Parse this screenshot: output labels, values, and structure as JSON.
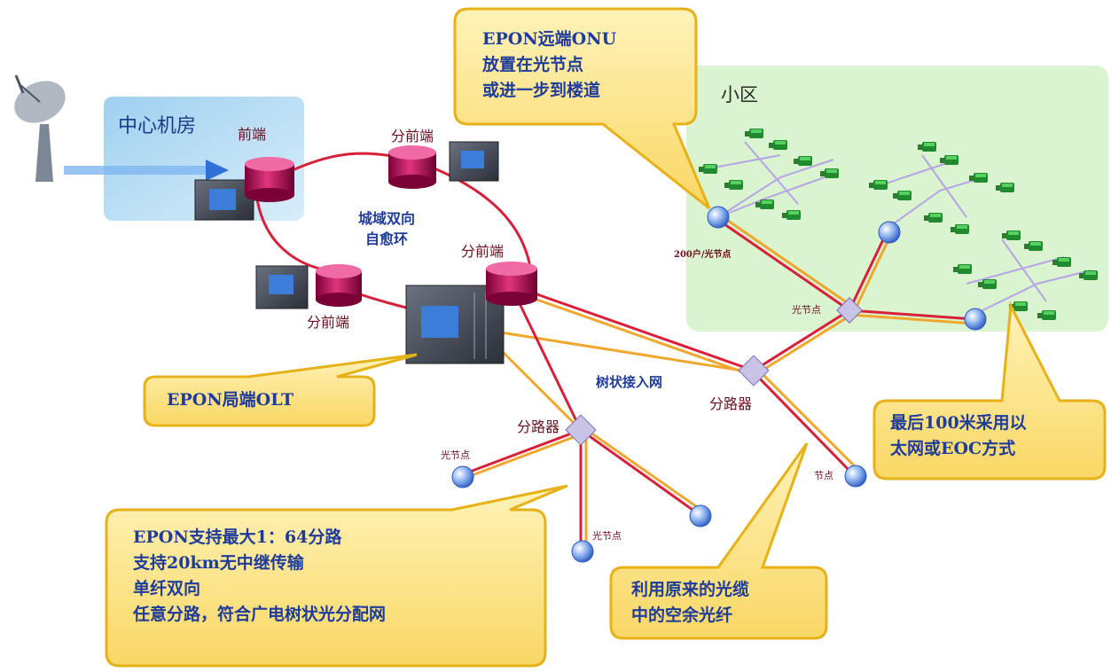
{
  "zones": {
    "central_room": "中心机房",
    "community": "小区"
  },
  "nodes": {
    "headend": "前端",
    "subheadend_top": "分前端",
    "subheadend_mid": "分前端",
    "subheadend_left": "分前端",
    "splitter_right": "分路器",
    "splitter_bottom": "分路器",
    "optical_node_200": "200户/光节点",
    "optical_node_center": "光节点",
    "optical_node_left": "光节点",
    "optical_node_bottom": "光节点",
    "optical_node_right": "节点"
  },
  "network_labels": {
    "ring_line1": "城域双向",
    "ring_line2": "自愈环",
    "tree_network": "树状接入网"
  },
  "callouts": {
    "onu": [
      "EPON远端ONU",
      "放置在光节点",
      "或进一步到楼道"
    ],
    "olt": [
      "EPON局端OLT"
    ],
    "last_100m": [
      "最后100米采用以",
      "太网或EOC方式"
    ],
    "epon_features": [
      "EPON支持最大1：64分路",
      "支持20km无中继传输",
      "单纤双向",
      "任意分路，符合广电树状光分配网"
    ],
    "reuse_fiber": [
      "利用原来的光缆",
      "中的空余光纤"
    ]
  },
  "colors": {
    "callout_fill": "#fbe58a",
    "callout_border": "#e7b217",
    "community_fill": "#d9f4cf",
    "central_room_fill": "#b7dcf3",
    "ring_line": "#d8203a",
    "fiber_orange": "#f0a72e",
    "text_blue": "#1f3c9a",
    "text_dark": "#6a1020"
  }
}
